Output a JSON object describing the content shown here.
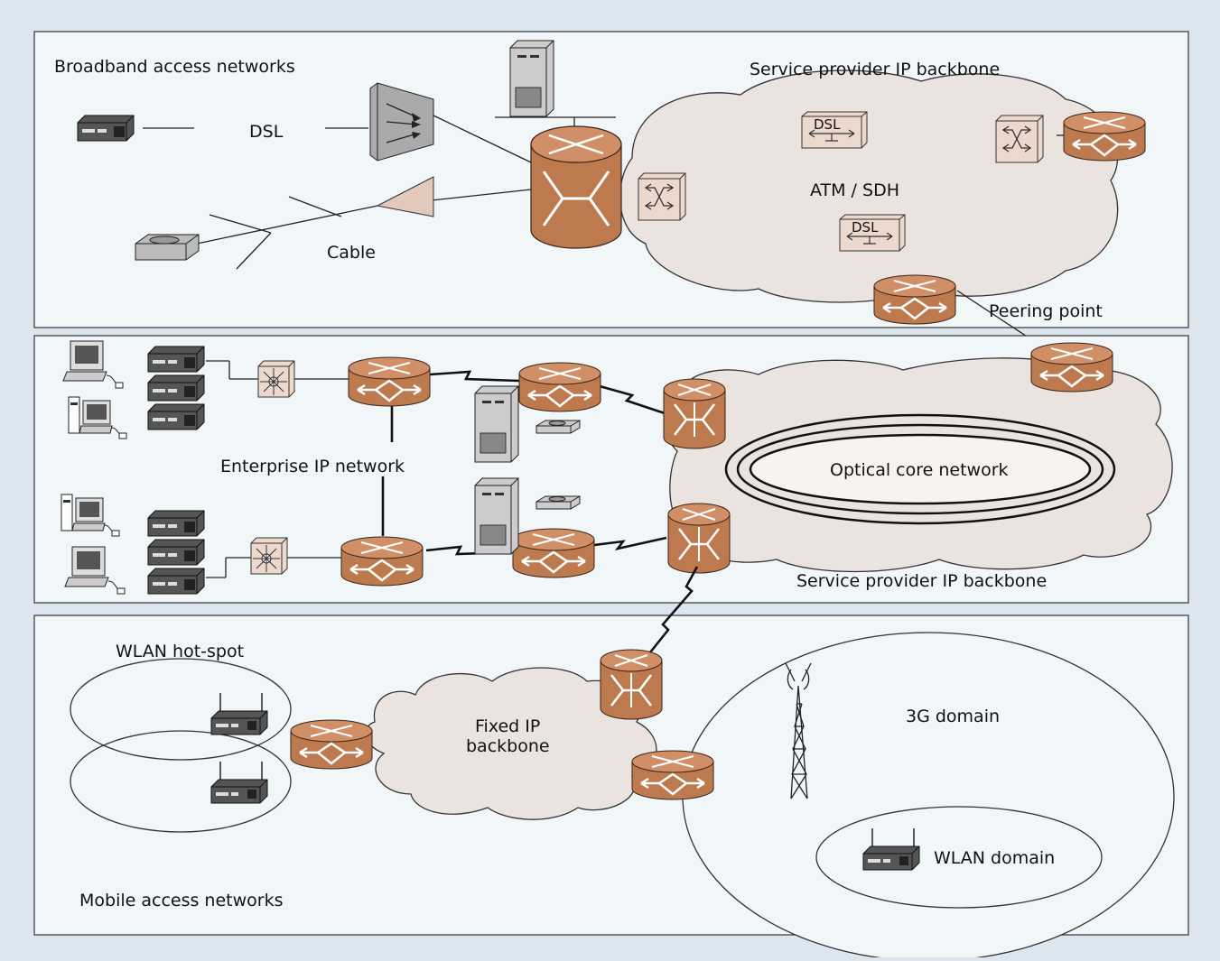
{
  "panels": {
    "broadband": {
      "title": "Broadband access networks",
      "dsl_label": "DSL",
      "cable_label": "Cable",
      "backbone_label": "Service provider IP backbone",
      "atm_label": "ATM / SDH",
      "dslam_label": "DSL",
      "peering_label": "Peering point"
    },
    "enterprise": {
      "network_label": "Enterprise IP network",
      "optical_label": "Optical core network",
      "backbone_label": "Service provider IP backbone"
    },
    "mobile": {
      "title": "Mobile access networks",
      "wlan_hotspot_label": "WLAN hot-spot",
      "fixed_backbone_label_1": "Fixed IP",
      "fixed_backbone_label_2": "backbone",
      "domain_3g_label": "3G domain",
      "wlan_domain_label": "WLAN domain"
    }
  },
  "colors": {
    "background": "#dce6ee",
    "panel_fill": "#f1f6f9",
    "router_fill": "#c07a50",
    "cloud_fill": "#ebe3df",
    "switch_fill": "#ecd8cc",
    "modem_fill": "#3a3a3a"
  }
}
